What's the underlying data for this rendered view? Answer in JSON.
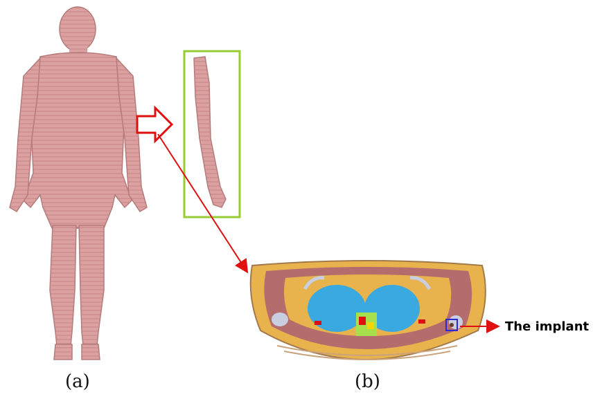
{
  "panels": {
    "a": {
      "caption": "(a)"
    },
    "b": {
      "caption": "(b)"
    }
  },
  "annotation": {
    "implant_label": "The implant"
  },
  "colors": {
    "skin": "#d89a9a",
    "skin_edge": "#b57b7b",
    "highlight_box": "#99cc33",
    "arrow": "#e01010",
    "fat": "#e8b24c",
    "muscle": "#b56c6c",
    "lung": "#39a9e0",
    "bone": "#c9cfe0",
    "implant_box": "#2a2ad0"
  }
}
